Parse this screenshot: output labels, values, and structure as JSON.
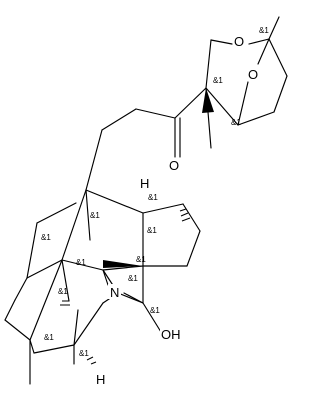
{
  "molecule": {
    "atom_labels": {
      "ring_oxygen": "O",
      "bridge_oxygen": "O",
      "ketone_oxygen": "O",
      "nitrogen": "N",
      "hydroxyl": "OH",
      "hydrogen_top": "H",
      "hydrogen_bottom": "H"
    },
    "stereo_label": "&1"
  }
}
